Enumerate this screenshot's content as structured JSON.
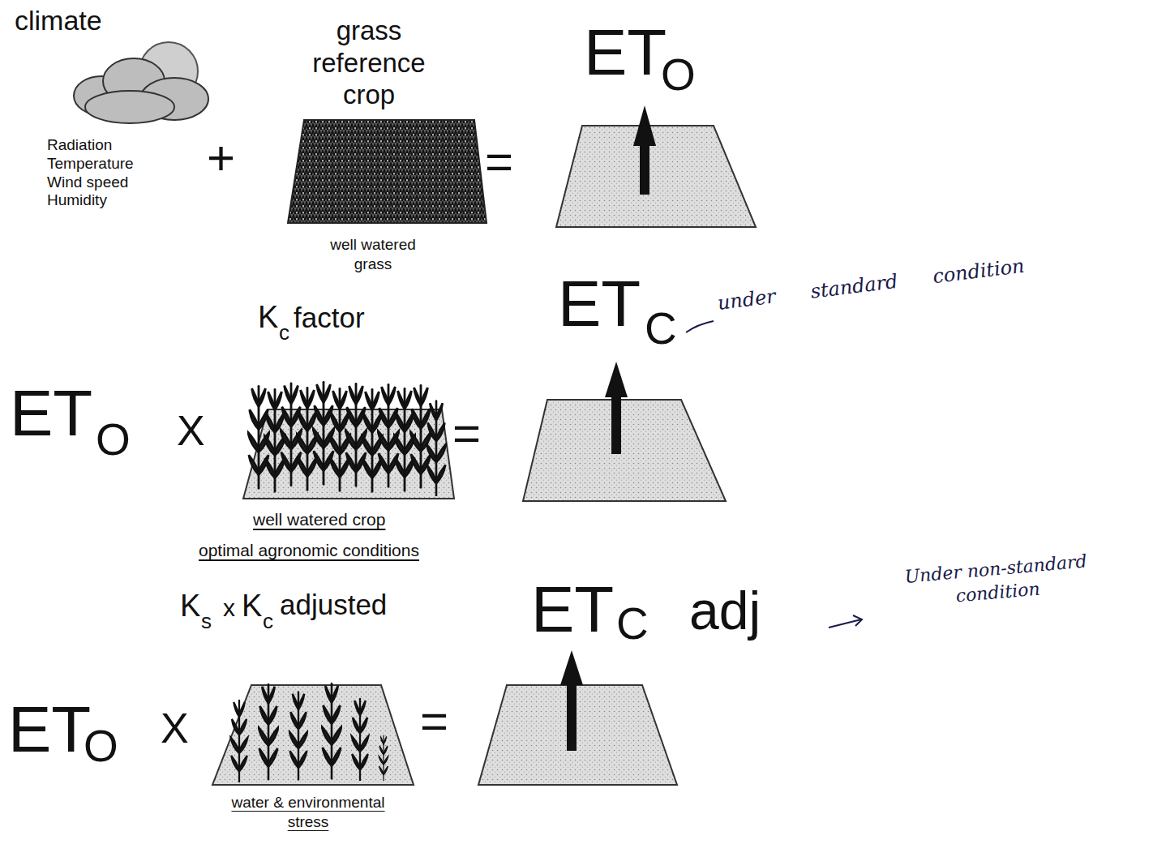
{
  "diagram": {
    "nodes": [
      {
        "text": [
          "climate",
          "Radiation Temperature Wind speed Humidity"
        ]
      },
      {
        "text": [
          "grass reference crop",
          "well watered grass"
        ]
      },
      {
        "text": [
          "ET",
          "O"
        ]
      },
      {
        "text": [
          "K",
          "c",
          "factor",
          "well watered crop",
          "optimal agronomic conditions"
        ]
      },
      {
        "text": [
          "ET",
          "C"
        ]
      },
      {
        "text": [
          "K",
          "s",
          "x",
          "K",
          "c",
          "adjusted",
          "water & environmental stress"
        ]
      },
      {
        "text": [
          "ET",
          "C",
          "adj"
        ]
      }
    ],
    "labels": [
      "+",
      "=",
      "ET",
      "O",
      "X",
      "=",
      "under standard condition",
      "ET",
      "O",
      "X",
      "=",
      "Under non-standard condition"
    ]
  }
}
